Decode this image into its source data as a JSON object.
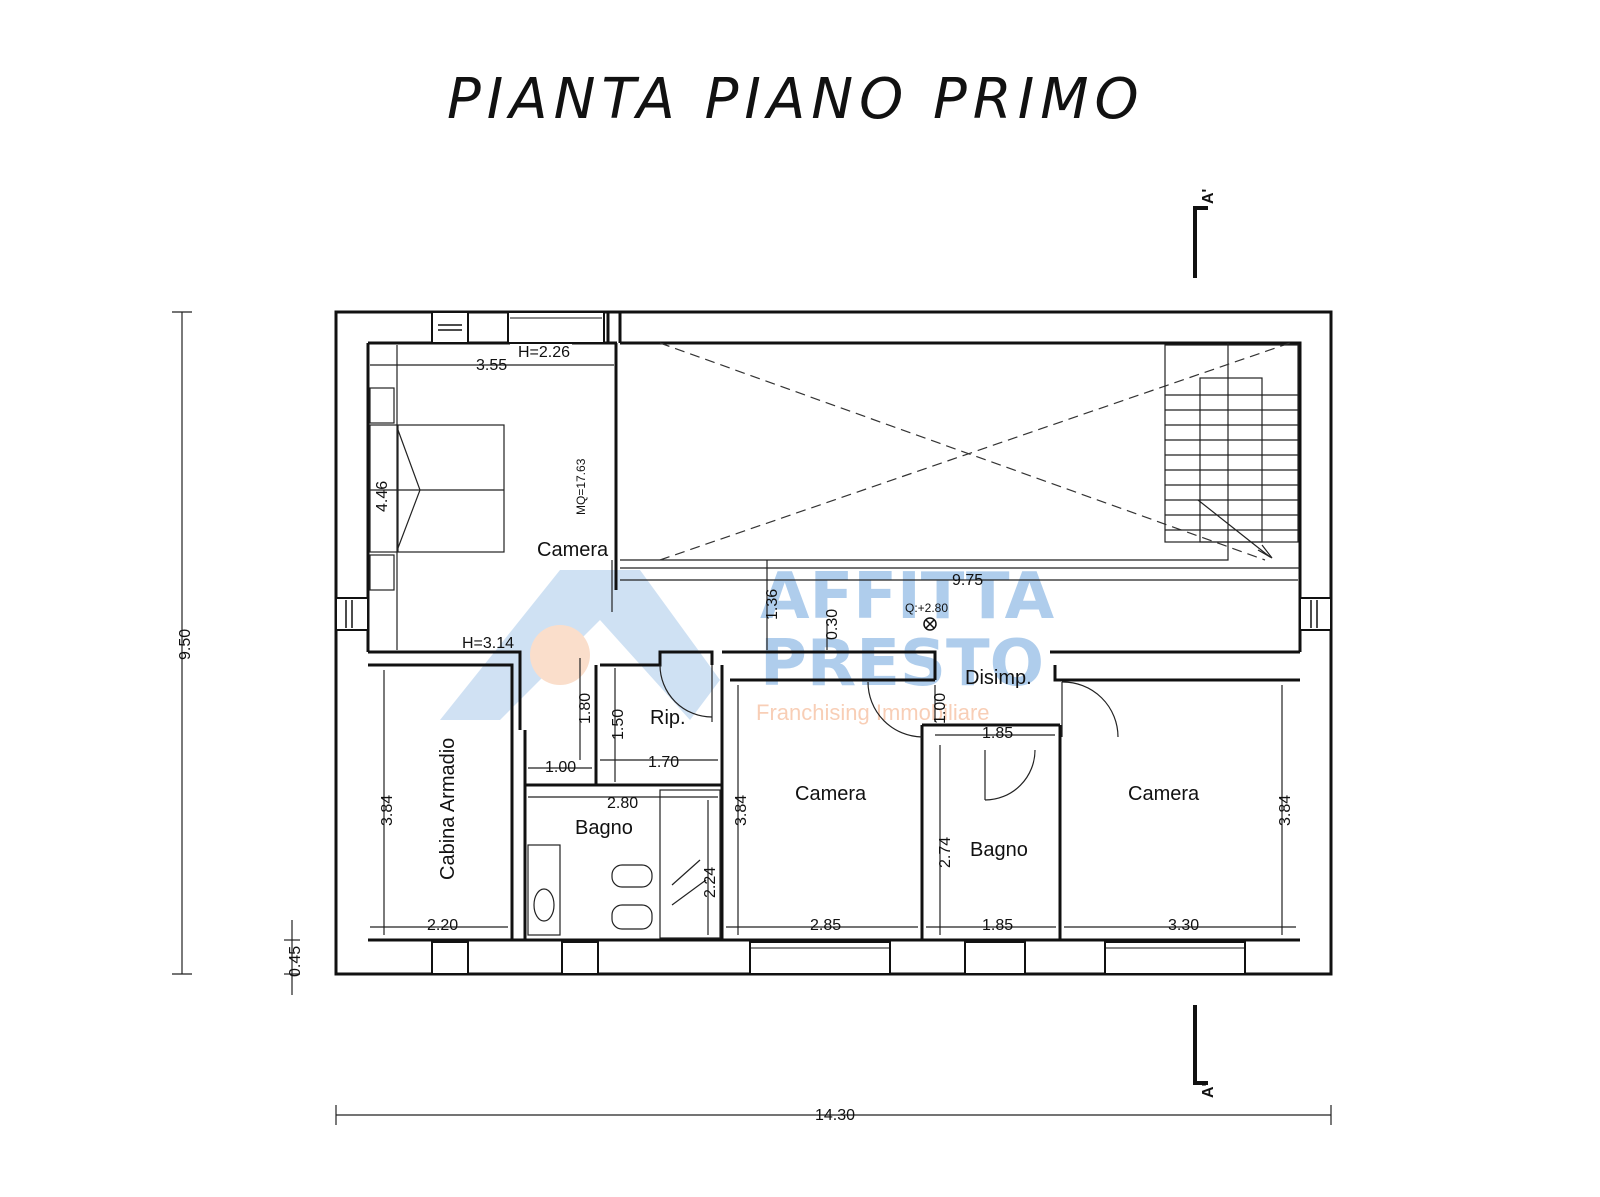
{
  "title": "PIANTA PIANO PRIMO",
  "section_marker": "A'",
  "watermark": {
    "line1": "AFFITTA",
    "line2": "PRESTO",
    "line3": "Franchising Immobiliare",
    "colors": {
      "blue": "#6fa6dd",
      "orange": "#f3a77b"
    }
  },
  "rooms": [
    {
      "id": "camera-master",
      "label": "Camera"
    },
    {
      "id": "rip",
      "label": "Rip."
    },
    {
      "id": "disimp",
      "label": "Disimp."
    },
    {
      "id": "cabina",
      "label": "Cabina Armadio"
    },
    {
      "id": "bagno-1",
      "label": "Bagno"
    },
    {
      "id": "camera-2",
      "label": "Camera"
    },
    {
      "id": "bagno-2",
      "label": "Bagno"
    },
    {
      "id": "camera-3",
      "label": "Camera"
    }
  ],
  "annotations": {
    "h_top": "H=2.26",
    "h_mid": "H=3.14",
    "area": "MQ=17.63",
    "quota": "Q:+2.80"
  },
  "dimensions": {
    "total_width": "14.30",
    "total_height": "9.50",
    "wall_offset": "0.45",
    "master_width": "3.55",
    "master_depth": "4.46",
    "void_width": "9.75",
    "corridor_depth": "1.36",
    "step": "0.30",
    "rip_width": "1.70",
    "rip_depth": "1.50",
    "pass_depth": "1.80",
    "pass_width": "1.00",
    "bagno1_width": "2.80",
    "shower_depth": "2.24",
    "cabina_depth": "3.84",
    "cabina_width": "2.20",
    "camera2_depth": "3.84",
    "camera2_width": "2.85",
    "disimp_depth": "1.00",
    "disimp_width": "1.85",
    "bagno2_depth": "2.74",
    "bagno2_width": "1.85",
    "camera3_depth": "3.84",
    "camera3_width": "3.30"
  }
}
